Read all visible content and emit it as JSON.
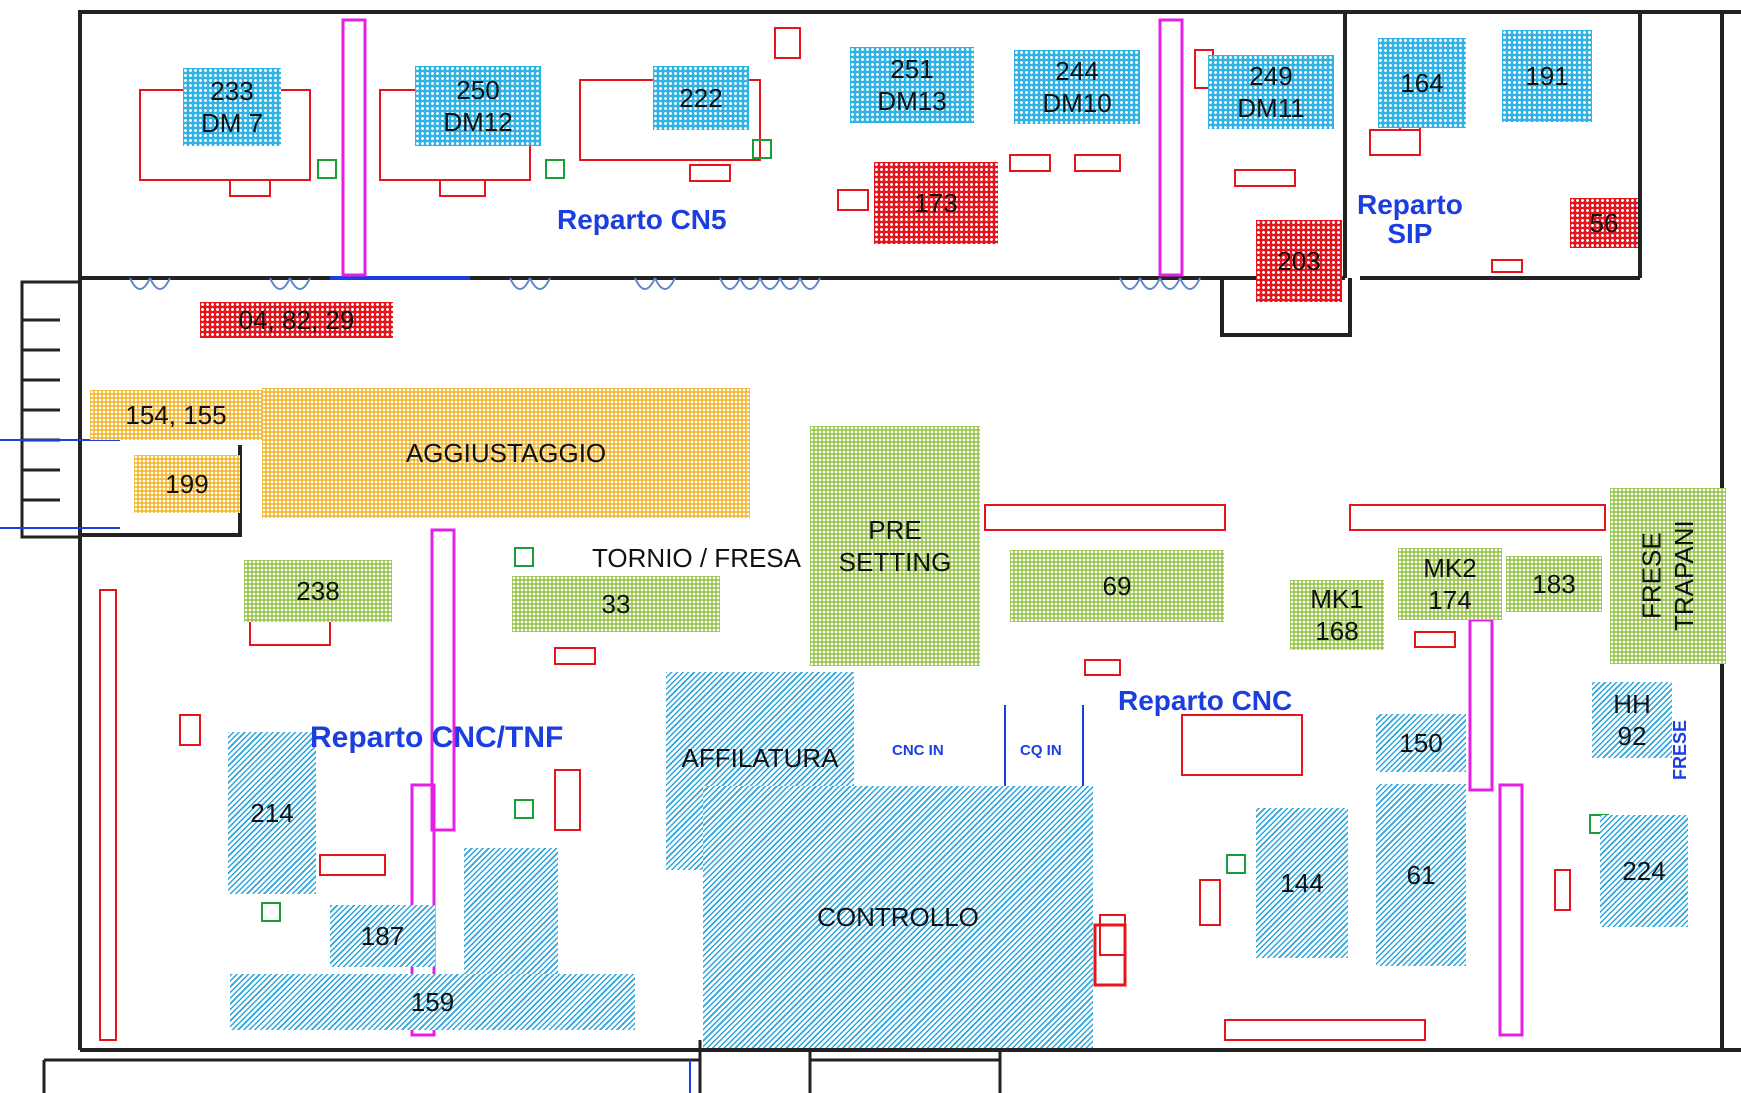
{
  "departments": {
    "cn5": "Reparto CN5",
    "sip": "Reparto\nSIP",
    "cnc_tnf": "Reparto CNC/TNF",
    "cnc": "Reparto CNC"
  },
  "zones": {
    "z233": "233\nDM 7",
    "z250": "250\nDM12",
    "z222": "222",
    "z251": "251\nDM13",
    "z244": "244\nDM10",
    "z249": "249\nDM11",
    "z164": "164",
    "z191": "191",
    "z173": "173",
    "z56": "56",
    "z203": "203",
    "z048229": "04, 82, 29",
    "z154155": "154, 155",
    "aggiustaggio": "AGGIUSTAGGIO",
    "z199": "199",
    "presetting": "PRE\nSETTING",
    "z238": "238",
    "z33": "33",
    "z69": "69",
    "mk1": "MK1\n168",
    "mk2": "MK2\n174",
    "z183": "183",
    "frese_trapani": "FRESE\nTRAPANI",
    "affilatura": "AFFILATURA",
    "controllo": "CONTROLLO",
    "z214": "214",
    "z187": "187",
    "z159": "159",
    "z150": "150",
    "hh92": "HH\n92",
    "z144": "144",
    "z61": "61",
    "z224": "224"
  },
  "labels": {
    "tornio_fresa": "TORNIO / FRESA",
    "cnc_in": "CNC IN",
    "cq_in": "CQ IN",
    "frese": "FRESE"
  }
}
